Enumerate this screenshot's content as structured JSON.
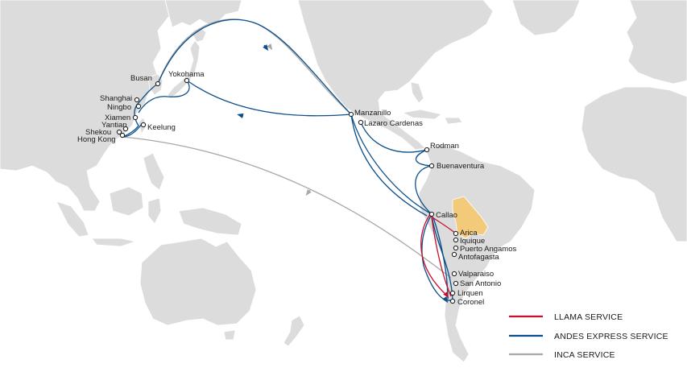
{
  "colors": {
    "llama": "#c8102e",
    "andes": "#0b4f8a",
    "inca": "#a8a8a8",
    "land": "#dcdcdc",
    "highlight_country": "#f3c97a"
  },
  "legend": [
    {
      "label": "LLAMA SERVICE",
      "color": "#c8102e"
    },
    {
      "label": "ANDES EXPRESS SERVICE",
      "color": "#0b4f8a"
    },
    {
      "label": "INCA SERVICE",
      "color": "#a8a8a8"
    }
  ],
  "ports": {
    "busan": "Busan",
    "yokohama": "Yokohama",
    "shanghai": "Shanghai",
    "ningbo": "Ningbo",
    "xiamen": "Xiamen",
    "keelung": "Keelung",
    "yantian": "Yantian",
    "shekou": "Shekou",
    "hong_kong": "Hong Kong",
    "manzanillo": "Manzanillo",
    "lazaro_cardenas": "Lazaro Cardenas",
    "rodman": "Rodman",
    "buenaventura": "Buenaventura",
    "callao": "Callao",
    "arica": "Arica",
    "iquique": "Iquique",
    "puerto_angamos": "Puerto Angamos",
    "antofagasta": "Antofagasta",
    "valparaiso": "Valparaiso",
    "san_antonio": "San Antonio",
    "lirquen": "Lirquen",
    "coronel": "Coronel"
  }
}
